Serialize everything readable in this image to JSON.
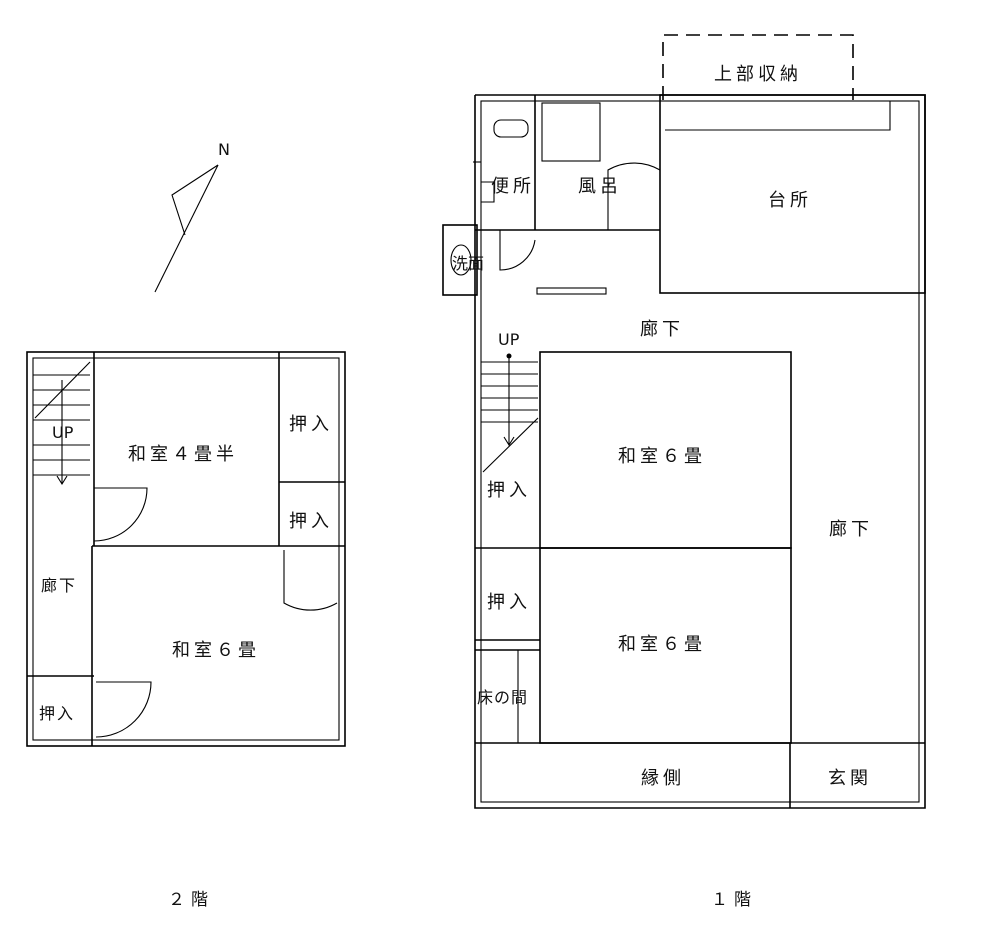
{
  "compass": {
    "north": "N"
  },
  "floor2": {
    "label": "２階",
    "rooms": {
      "washitsu_45": "和室４畳半",
      "oshiire_a": "押入",
      "oshiire_b": "押入",
      "rouka": "廊下",
      "washitsu_6": "和室６畳",
      "oshiire_c": "押入"
    },
    "stair_up": "UP"
  },
  "floor1": {
    "label": "１階",
    "rooms": {
      "joubu_shuunou": "上部収納",
      "benjo": "便所",
      "furo": "風呂",
      "daidokoro": "台所",
      "senmen": "洗面",
      "rouka_top": "廊下",
      "washitsu_6_upper": "和室６畳",
      "oshiire_upper": "押入",
      "rouka_right": "廊下",
      "oshiire_lower": "押入",
      "washitsu_6_lower": "和室６畳",
      "tokonoma": "床の間",
      "engawa": "縁側",
      "genkan": "玄関"
    },
    "stair_up": "UP"
  }
}
